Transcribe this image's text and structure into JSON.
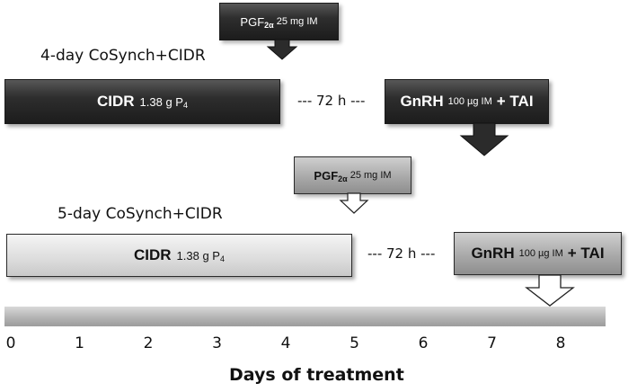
{
  "protocol_1": {
    "title": "4-day CoSynch+CIDR",
    "pgf_label": "PGF",
    "pgf_sub": "2α",
    "pgf_dose": "25 mg IM",
    "cidr_label": "CIDR",
    "cidr_dose": "1.38 g P",
    "cidr_sub": "4",
    "interval": "--- 72 h ---",
    "gnrh_label": "GnRH",
    "gnrh_dose": "100 µg IM",
    "gnrh_tai": "+ TAI",
    "color": "#2a2a2a"
  },
  "protocol_2": {
    "title": "5-day CoSynch+CIDR",
    "pgf_label": "PGF",
    "pgf_sub": "2α",
    "pgf_dose": "25 mg IM",
    "cidr_label": "CIDR",
    "cidr_dose": "1.38 g P",
    "cidr_sub": "4",
    "interval": "--- 72 h ---",
    "gnrh_label": "GnRH",
    "gnrh_dose": "100 µg IM",
    "gnrh_tai": "+ TAI",
    "color": "#dedede"
  },
  "axis": {
    "ticks": [
      "0",
      "1",
      "2",
      "3",
      "4",
      "5",
      "6",
      "7",
      "8"
    ],
    "label": "Days of treatment"
  }
}
